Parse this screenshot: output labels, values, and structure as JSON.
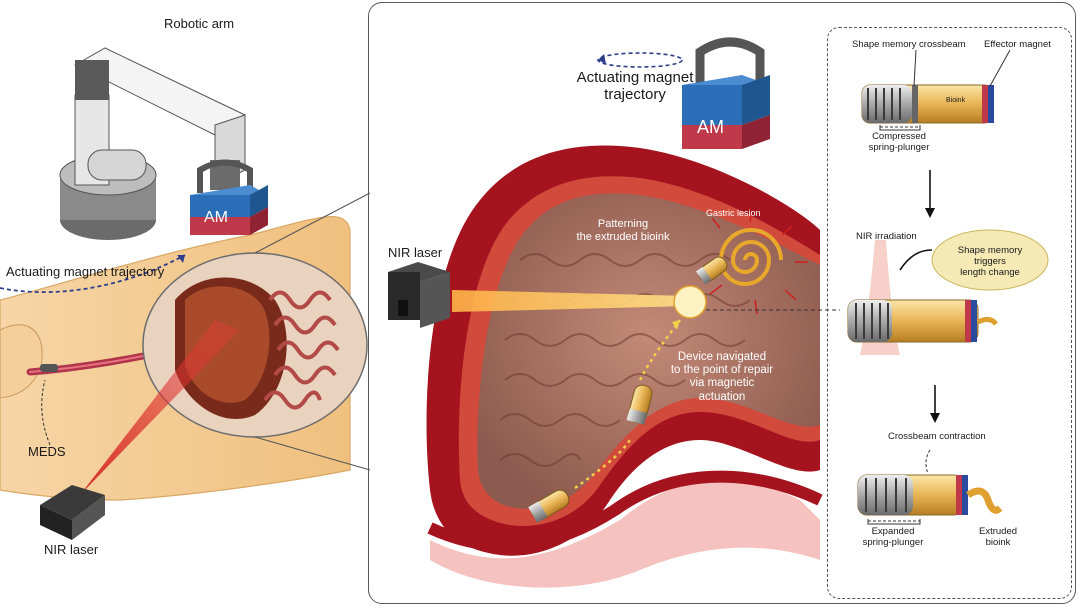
{
  "left_panel": {
    "robotic_arm_label": "Robotic arm",
    "am_label": "AM",
    "trajectory_label": "Actuating magnet trajectory",
    "meds_label": "MEDS",
    "nir_laser_label": "NIR laser"
  },
  "center_panel": {
    "trajectory_label_line1": "Actuating magnet",
    "trajectory_label_line2": "trajectory",
    "am_label": "AM",
    "nir_laser_label": "NIR laser",
    "patterning_line1": "Patterning",
    "patterning_line2": "the extruded bioink",
    "gastric_lesion_label": "Gastric lesion",
    "navigated_line1": "Device navigated",
    "navigated_line2": "to the point of repair",
    "navigated_line3": "via magnetic",
    "navigated_line4": "actuation"
  },
  "right_panel": {
    "shape_memory_crossbeam": "Shape memory crossbeam",
    "effector_magnet": "Effector magnet",
    "bioink": "Bioink",
    "compressed_line1": "Compressed",
    "compressed_line2": "spring-plunger",
    "nir_irradiation": "NIR irradiation",
    "triggers_line1": "Shape memory",
    "triggers_line2": "triggers",
    "triggers_line3": "length change",
    "crossbeam_contraction": "Crossbeam contraction",
    "expanded_line1": "Expanded",
    "expanded_line2": "spring-plunger",
    "extruded_line1": "Extruded",
    "extruded_line2": "bioink"
  },
  "colors": {
    "magnet_blue": "#2a6fb8",
    "magnet_red": "#c0394a",
    "tissue_red": "#a5141e",
    "laser_orange": "#f0a020",
    "body_skin": "#f3c98f"
  }
}
